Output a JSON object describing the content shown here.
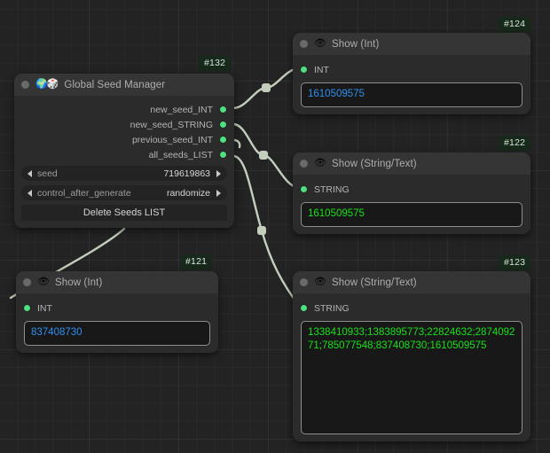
{
  "canvas": {
    "background": "#232323",
    "grid": true,
    "wire_color": "#c3cfbc"
  },
  "nodes": [
    {
      "id": "#132",
      "title": "Global Seed Manager",
      "icons": [
        "globe-icon",
        "dice-icon"
      ],
      "emoji": "🌍🎲",
      "outputs": [
        {
          "label": "new_seed_INT",
          "color": "#4fe080"
        },
        {
          "label": "new_seed_STRING",
          "color": "#4fe080"
        },
        {
          "label": "previous_seed_INT",
          "color": "#4fe080"
        },
        {
          "label": "all_seeds_LIST",
          "color": "#4fe080"
        }
      ],
      "widgets": [
        {
          "name": "seed",
          "value": "719619863"
        },
        {
          "name": "control_after_generate",
          "value": "randomize"
        }
      ],
      "button": "Delete Seeds LIST"
    },
    {
      "id": "#124",
      "title": "Show (Int)",
      "icons": [
        "eye-icon"
      ],
      "emoji": "👁",
      "input": {
        "label": "INT",
        "color": "#4fe080"
      },
      "value": "1610509575",
      "value_type": "int"
    },
    {
      "id": "#122",
      "title": "Show (String/Text)",
      "icons": [
        "eye-icon"
      ],
      "emoji": "👁",
      "input": {
        "label": "STRING",
        "color": "#4fe080"
      },
      "value": "1610509575",
      "value_type": "string"
    },
    {
      "id": "#123",
      "title": "Show (String/Text)",
      "icons": [
        "eye-icon"
      ],
      "emoji": "👁",
      "input": {
        "label": "STRING",
        "color": "#4fe080"
      },
      "value": "1338410933;1383895773;22824632;287409271;785077548;837408730;1610509575",
      "value_type": "string"
    },
    {
      "id": "#121",
      "title": "Show (Int)",
      "icons": [
        "eye-icon"
      ],
      "emoji": "👁",
      "input": {
        "label": "INT",
        "color": "#4fe080"
      },
      "value": "837408730",
      "value_type": "int"
    }
  ]
}
